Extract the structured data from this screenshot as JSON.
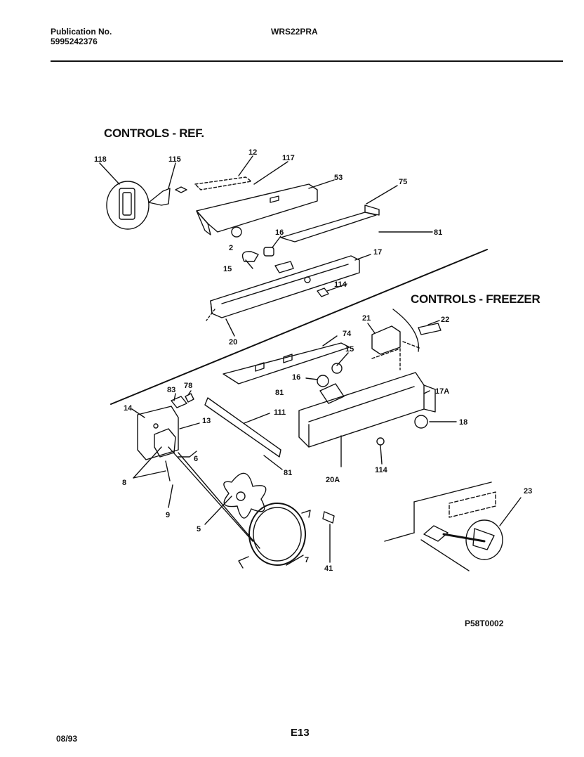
{
  "header": {
    "publication_label": "Publication No.",
    "publication_number": "5995242376",
    "model": "WRS22PRA"
  },
  "sections": {
    "ref_title": "CONTROLS - REF.",
    "freezer_title": "CONTROLS - FREEZER"
  },
  "diagram_code": "P58T0002",
  "footer": {
    "date": "08/93",
    "page": "E13"
  },
  "callouts": [
    "118",
    "115",
    "12",
    "117",
    "53",
    "75",
    "81",
    "2",
    "16",
    "15",
    "17",
    "114",
    "20",
    "21",
    "22",
    "74",
    "15",
    "16",
    "81",
    "17A",
    "18",
    "114",
    "20A",
    "83",
    "78",
    "14",
    "13",
    "111",
    "81",
    "6",
    "8",
    "9",
    "5",
    "7",
    "41",
    "23"
  ]
}
